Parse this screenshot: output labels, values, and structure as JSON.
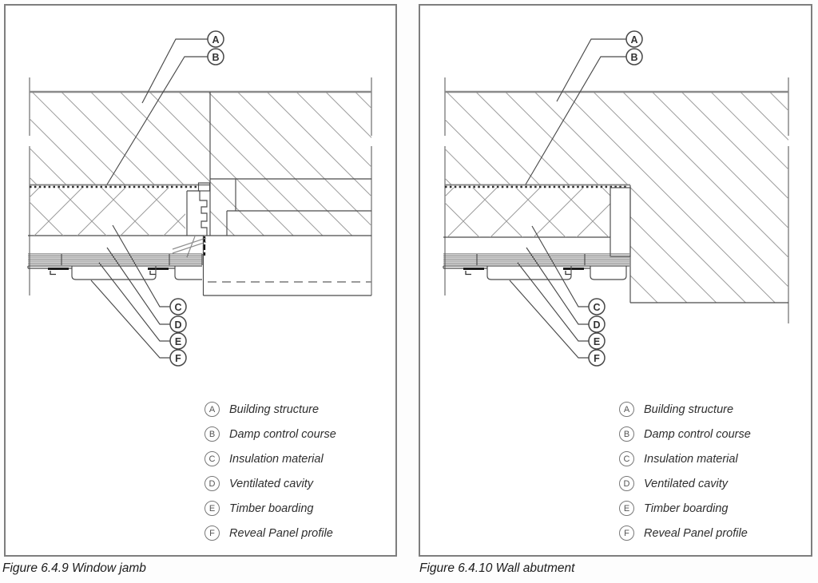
{
  "panels": [
    {
      "caption": "Figure 6.4.9 Window jamb"
    },
    {
      "caption": "Figure 6.4.10 Wall abutment"
    }
  ],
  "legend": {
    "items": [
      {
        "key": "A",
        "label": "Building structure"
      },
      {
        "key": "B",
        "label": "Damp control course"
      },
      {
        "key": "C",
        "label": "Insulation material"
      },
      {
        "key": "D",
        "label": "Ventilated cavity"
      },
      {
        "key": "E",
        "label": "Timber boarding"
      },
      {
        "key": "F",
        "label": "Reveal Panel profile"
      }
    ]
  },
  "colors": {
    "line": "#4a4a4a",
    "hatch": "#9b9b9b",
    "panel_border": "#7e7e7e",
    "text": "#2e2e2e"
  }
}
